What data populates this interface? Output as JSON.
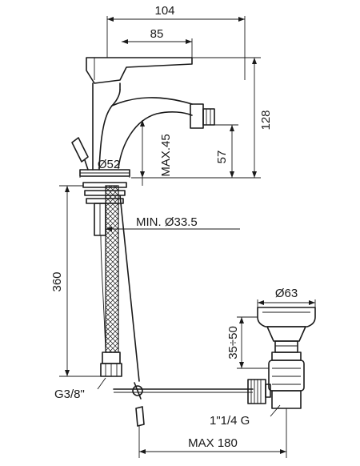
{
  "dimensions": {
    "overall_width": "104",
    "lever_width": "85",
    "total_height": "128",
    "max_height": "MAX.45",
    "spout_height": "57",
    "base_diameter": "Ø52",
    "min_hole": "MIN. Ø33.5",
    "hose_length": "360",
    "hose_thread": "G3/8\"",
    "waste_diameter": "Ø63",
    "waste_range": "35÷50",
    "waste_thread": "1\"1/4 G",
    "max_rod": "MAX 180"
  }
}
